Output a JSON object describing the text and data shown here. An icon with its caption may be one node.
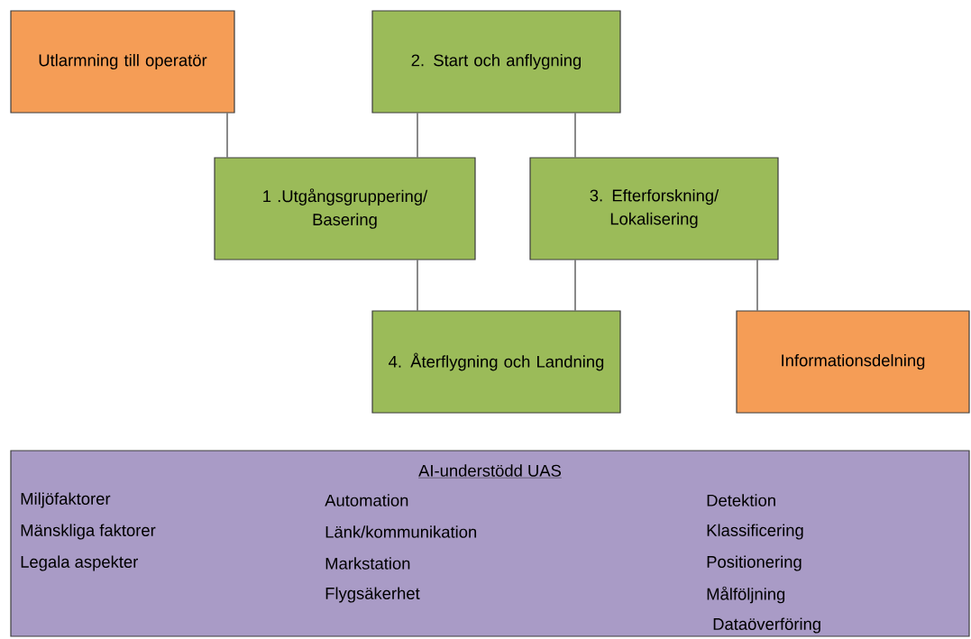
{
  "diagram": {
    "nodes": [
      {
        "text": [
          "Utlarmning till operatör"
        ]
      },
      {
        "text": [
          "2. Start och anflygning"
        ]
      },
      {
        "text": [
          "1 .Utgångsgruppering/ Basering"
        ]
      },
      {
        "text": [
          "3. Efterforskning/ Lokalisering"
        ]
      },
      {
        "text": [
          "4. Återflygning och Landning"
        ]
      },
      {
        "text": [
          "Informationsdelning"
        ]
      },
      {
        "text": [
          "AI-understödd UAS",
          "Miljöfaktorer",
          "Mänskliga faktorer",
          "Legala aspekter",
          "Automation",
          "Länk/kommunikation",
          "Markstation",
          "Flygsäkerhet",
          "Detektion",
          "Klassificering",
          "Positionering",
          "Målföljning",
          "Dataöverföring"
        ]
      }
    ],
    "edges": [
      {
        "from": 0,
        "to": 2,
        "arrow": "none"
      },
      {
        "from": 1,
        "to": 2,
        "arrow": "none"
      },
      {
        "from": 1,
        "to": 3,
        "arrow": "none"
      },
      {
        "from": 2,
        "to": 4,
        "arrow": "none"
      },
      {
        "from": 3,
        "to": 4,
        "arrow": "none"
      },
      {
        "from": 3,
        "to": 5,
        "arrow": "none"
      }
    ]
  }
}
